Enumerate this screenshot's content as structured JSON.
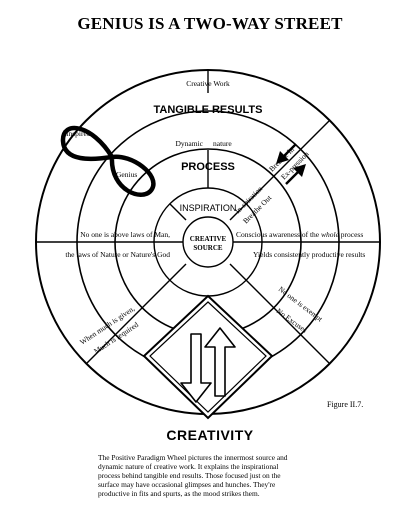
{
  "title": "GENIUS IS A TWO-WAY STREET",
  "wheel": {
    "creative_work": "Creative Work",
    "tangible_results": "TANGIBLE RESULTS",
    "dynamic": "Dynamic",
    "nature": "nature",
    "process": "PROCESS",
    "inspiration": "INSPIRATION",
    "center_line1": "CREATIVE",
    "center_line2": "SOURCE",
    "inspired": "Inspired",
    "genius": "Genius",
    "breathe_in": "Breathe In",
    "ex_pression": "Ex-pression",
    "in_spiration": "In-spiration",
    "breathe_out": "Breathe Out",
    "no_one_above": "No one is above laws of Man,",
    "laws_nature": "the laws of Nature or Nature's God",
    "conscious_a": "Conscious awareness of the",
    "conscious_whole": "whole",
    "conscious_b": "process",
    "yields": "Yields consistently productive results",
    "when_much": "When much is given,",
    "much_required": "Much is required",
    "no_one_exempt": "No one is exempt",
    "no_excuses": "No Excuses"
  },
  "figure_ref": "Figure II.7.",
  "bottom_title": "CREATIVITY",
  "caption": [
    "The Positive Paradigm Wheel pictures the innermost source and",
    "dynamic nature of creative work.  It explains the inspirational",
    "process behind tangible end results. Those focused just on the",
    "surface may have occasional glimpses and hunches. They're",
    "productive in fits and spurts, as the mood strikes them."
  ]
}
